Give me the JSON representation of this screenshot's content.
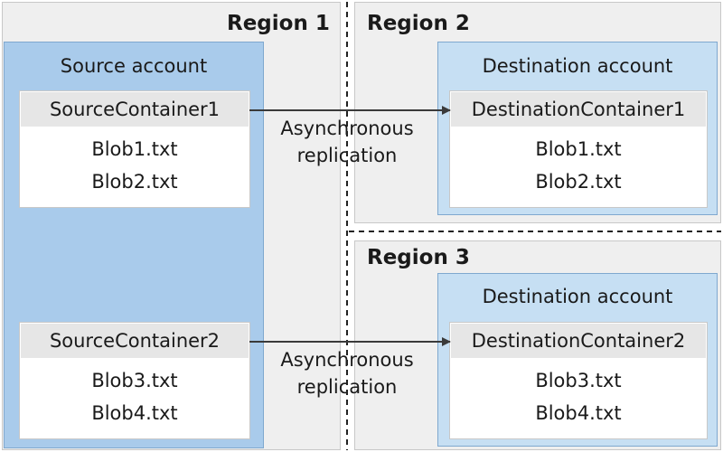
{
  "regions": {
    "region1": {
      "title": "Region 1"
    },
    "region2": {
      "title": "Region 2"
    },
    "region3": {
      "title": "Region 3"
    }
  },
  "source_account": {
    "title": "Source account",
    "containers": [
      {
        "name": "SourceContainer1",
        "blobs": [
          "Blob1.txt",
          "Blob2.txt"
        ]
      },
      {
        "name": "SourceContainer2",
        "blobs": [
          "Blob3.txt",
          "Blob4.txt"
        ]
      }
    ]
  },
  "destination_accounts": [
    {
      "title": "Destination account",
      "container": {
        "name": "DestinationContainer1",
        "blobs": [
          "Blob1.txt",
          "Blob2.txt"
        ]
      }
    },
    {
      "title": "Destination account",
      "container": {
        "name": "DestinationContainer2",
        "blobs": [
          "Blob3.txt",
          "Blob4.txt"
        ]
      }
    }
  ],
  "replication": [
    {
      "line1": "Asynchronous",
      "line2": "replication"
    },
    {
      "line1": "Asynchronous",
      "line2": "replication"
    }
  ],
  "colors": {
    "region_fill": "#efefef",
    "source_account_fill": "#a9cbeb",
    "destination_account_fill": "#c6dff3",
    "container_header_fill": "#e6e6e6",
    "arrow": "#3a3a3a"
  }
}
